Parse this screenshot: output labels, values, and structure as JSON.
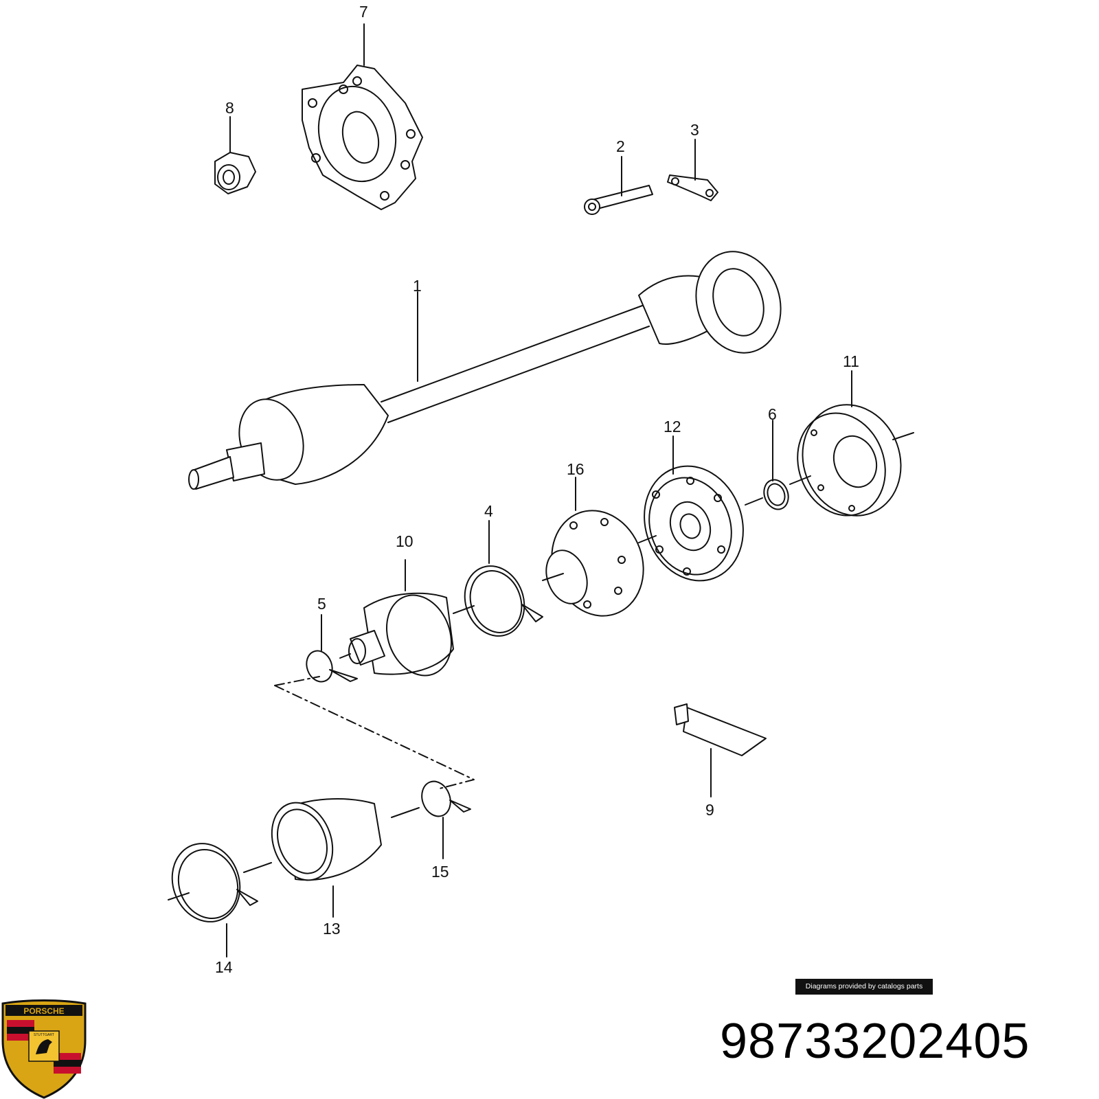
{
  "diagram": {
    "callouts": [
      {
        "id": "c1",
        "text": "1"
      },
      {
        "id": "c2",
        "text": "2"
      },
      {
        "id": "c3",
        "text": "3"
      },
      {
        "id": "c4",
        "text": "4"
      },
      {
        "id": "c5",
        "text": "5"
      },
      {
        "id": "c6",
        "text": "6"
      },
      {
        "id": "c7",
        "text": "7"
      },
      {
        "id": "c8",
        "text": "8"
      },
      {
        "id": "c9",
        "text": "9"
      },
      {
        "id": "c10",
        "text": "10"
      },
      {
        "id": "c11",
        "text": "11"
      },
      {
        "id": "c12",
        "text": "12"
      },
      {
        "id": "c13",
        "text": "13"
      },
      {
        "id": "c14",
        "text": "14"
      },
      {
        "id": "c15",
        "text": "15"
      },
      {
        "id": "c16",
        "text": "16"
      }
    ]
  },
  "credit": "Diagrams provided by catalogs parts",
  "part_number": "98733202405",
  "logo": {
    "brand_text": "PORSCHE",
    "city_text": "STUTTGART",
    "colors": {
      "gold": "#d9a514",
      "red": "#c8102e",
      "black": "#111111"
    }
  }
}
